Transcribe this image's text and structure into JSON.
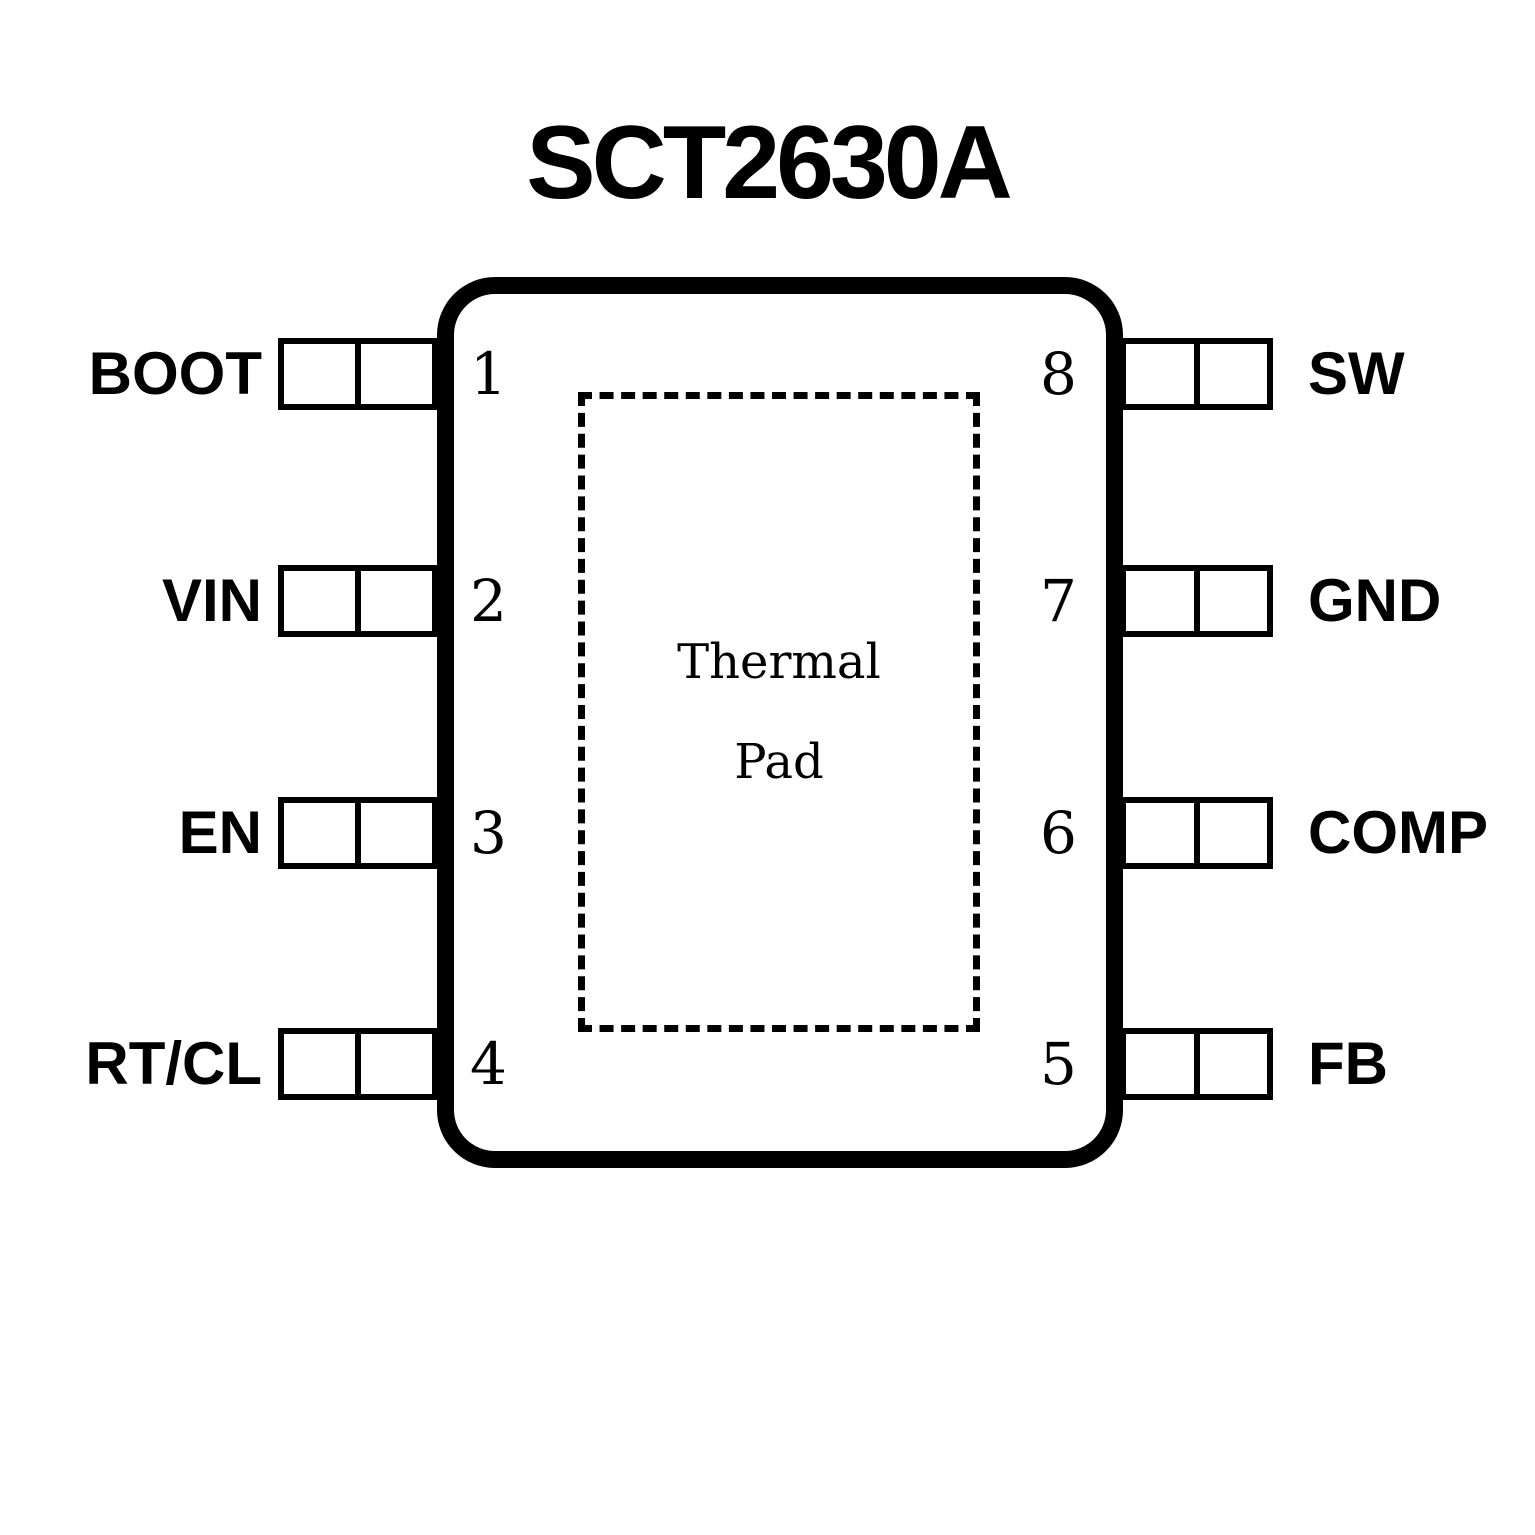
{
  "title": "SCT2630A",
  "thermal_pad": {
    "line1": "Thermal",
    "line2": "Pad"
  },
  "pins": {
    "left": [
      {
        "number": "1",
        "label": "BOOT"
      },
      {
        "number": "2",
        "label": "VIN"
      },
      {
        "number": "3",
        "label": "EN"
      },
      {
        "number": "4",
        "label": "RT/CL"
      }
    ],
    "right": [
      {
        "number": "8",
        "label": "SW"
      },
      {
        "number": "7",
        "label": "GND"
      },
      {
        "number": "6",
        "label": "COMP"
      },
      {
        "number": "5",
        "label": "FB"
      }
    ]
  },
  "colors": {
    "line": "#000000",
    "background": "#ffffff"
  }
}
